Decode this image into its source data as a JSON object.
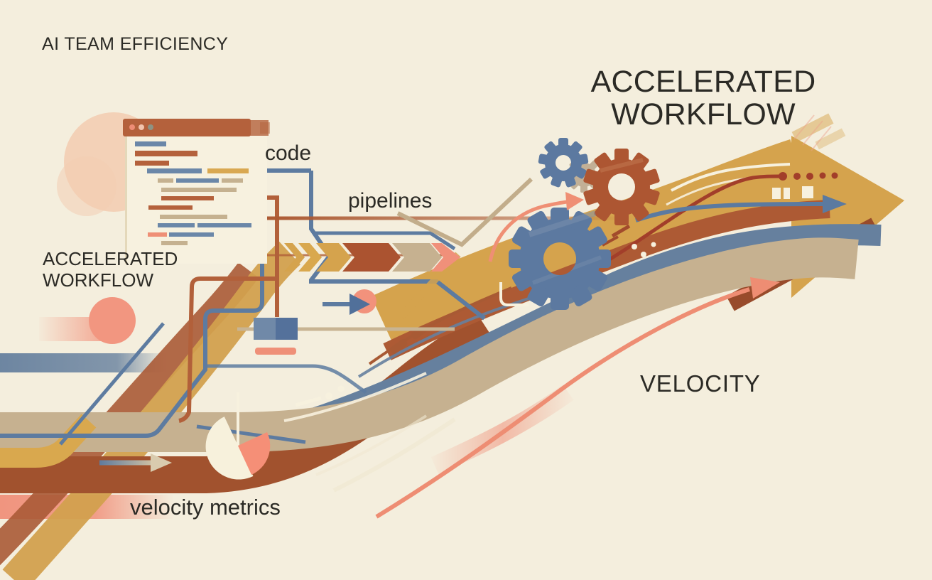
{
  "scene": {
    "background": "#f4eedd",
    "ink": "#2b2a25",
    "description": "Illustrated diagram of an AI team efficiency workflow: code window and pipeline chevrons feeding gears and an accelerating multi-ribbon arrow"
  },
  "text": {
    "kicker": "AI TEAM EFFICIENCY",
    "title_line1": "ACCELERATED",
    "title_line2": "WORKFLOW",
    "side_caption_line1": "ACCELERATED",
    "side_caption_line2": "WORKFLOW",
    "label_code": "code",
    "label_pipelines": "pipelines",
    "label_velocity": "VELOCITY",
    "label_velocity_metrics": "velocity metrics"
  },
  "palette": {
    "background": "#f4eedd",
    "cream_detail": "#f7f1de",
    "gold": "#d5a34d",
    "rust": "#b2603a",
    "dark_rust": "#9b4e2c",
    "blue": "#66809e",
    "circuit_blue": "#5d7ba0",
    "tan": "#c6b190",
    "salmon": "#f0907a",
    "peach": "#f3cdb3",
    "ink": "#2b2a25"
  },
  "illustration": {
    "icons": [
      "code-window-icon",
      "pipeline-chevron-arrow-icon",
      "gear-icon-small-blue",
      "gear-icon-rust",
      "gear-icon-large-blue",
      "gear-icon-tan",
      "flow-ribbon-arrow-icon",
      "velocity-curve-arrow-icon",
      "pie-chart-icon",
      "dotted-trail-icon"
    ],
    "gear_count": 3,
    "window_dot_count": 3
  }
}
